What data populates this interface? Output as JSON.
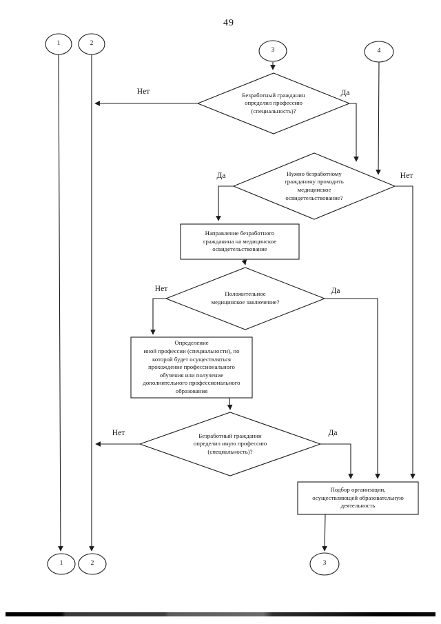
{
  "page": {
    "number": "49"
  },
  "colors": {
    "ink": "#1c1c1c",
    "background": "#ffffff"
  },
  "flowchart": {
    "connectors": {
      "top1": "1",
      "top2": "2",
      "top3": "3",
      "top4": "4",
      "bottom1": "1",
      "bottom2": "2",
      "bottom3": "3"
    },
    "decisions": {
      "profession_selected": "Безработный гражданин\nопределил профессию\n(специальность)?",
      "medical_exam_needed": "Нужно безработному\nгражданину проходить\nмедицинское\nосвидетельствование?",
      "positive_medical_report": "Положительное\nмедицинское заключение?",
      "other_profession_selected": "Безработный гражданин\nопределил иную профессию\n(специальность)?"
    },
    "processes": {
      "medical_referral": "Направление безработного\nгражданина на медицинское\nосвидетельствование",
      "define_other_profession": "Определение\nиной профессии (специальности), по\nкоторой будет осуществляться\nпрохождение профессионального\nобучения или получение\nдополнительного профессионального\nобразования",
      "select_organization": "Подбор организации,\nосуществляющей образовательную\nдеятельность"
    },
    "labels": {
      "d1_no": "Нет",
      "d1_yes": "Да",
      "d2_yes": "Да",
      "d2_no": "Нет",
      "d3_no": "Нет",
      "d3_yes": "Да",
      "d4_no": "Нет",
      "d4_yes": "Да"
    }
  }
}
